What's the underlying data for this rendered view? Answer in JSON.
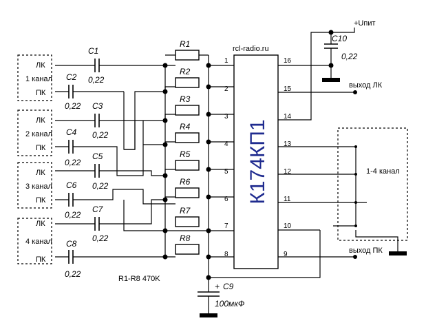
{
  "site": "rcl-radio.ru",
  "chip": "К174КП1",
  "power": "+Uпит",
  "outputs": {
    "lk": "выход ЛК",
    "pk": "выход ПК"
  },
  "switch_label": "1-4 канал",
  "resistor_note": "R1-R8 470K",
  "inputs": [
    {
      "channel": "1 канал",
      "lk": "ЛК",
      "pk": "ПК"
    },
    {
      "channel": "2 канал",
      "lk": "ЛК",
      "pk": "ПК"
    },
    {
      "channel": "3 канал",
      "lk": "ЛК",
      "pk": "ПК"
    },
    {
      "channel": "4 канал",
      "lk": "ЛК",
      "pk": "ПК"
    }
  ],
  "resistors": [
    "R1",
    "R2",
    "R3",
    "R4",
    "R5",
    "R6",
    "R7",
    "R8"
  ],
  "caps": [
    {
      "name": "C1",
      "value": "0,22"
    },
    {
      "name": "C2",
      "value": "0,22"
    },
    {
      "name": "C3",
      "value": "0,22"
    },
    {
      "name": "C4",
      "value": "0,22"
    },
    {
      "name": "C5",
      "value": "0,22"
    },
    {
      "name": "C6",
      "value": "0,22"
    },
    {
      "name": "C7",
      "value": "0,22"
    },
    {
      "name": "C8",
      "value": "0,22"
    },
    {
      "name": "C9",
      "value": "100мкФ"
    },
    {
      "name": "C10",
      "value": "0,22"
    }
  ],
  "c9_plus": "+",
  "left_pins": [
    "1",
    "2",
    "3",
    "4",
    "5",
    "6",
    "7",
    "8"
  ],
  "right_pins": [
    "16",
    "15",
    "14",
    "13",
    "12",
    "11",
    "10",
    "9"
  ]
}
